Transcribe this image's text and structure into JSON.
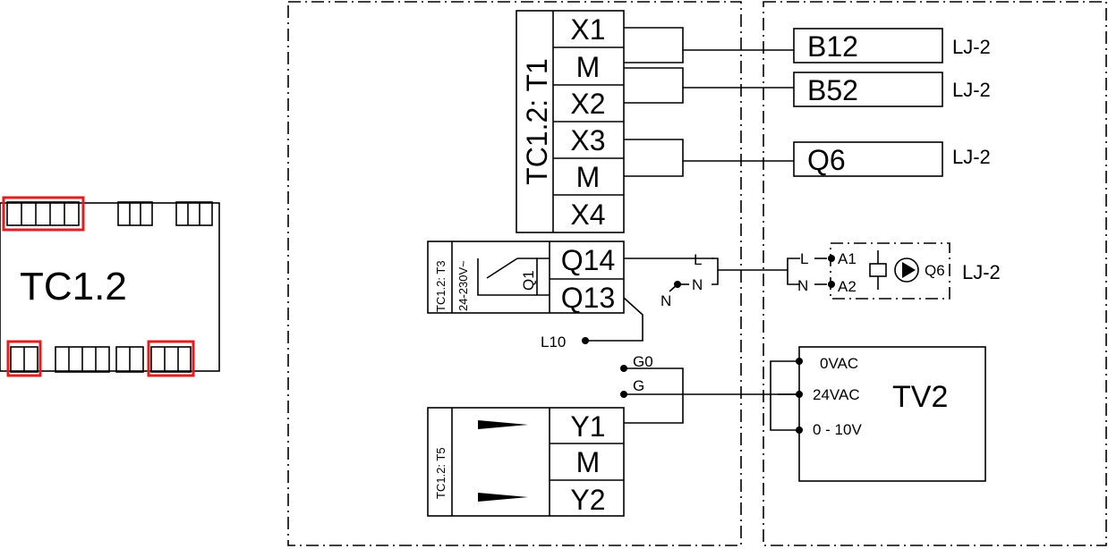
{
  "controller": {
    "label": "TC1.2",
    "highlight_color": "#e31d1d"
  },
  "module_t1": {
    "title": "TC1.2:  T1",
    "terminals": [
      "X1",
      "M",
      "X2",
      "X3",
      "M",
      "X4"
    ]
  },
  "module_t3": {
    "title_a": "TC1.2:  T3",
    "title_b": "24-230V~",
    "relay": "Q1",
    "terminals": [
      "Q14",
      "Q13"
    ]
  },
  "module_t5": {
    "title": "TC1.2:  T5",
    "terminals": [
      "Y1",
      "M",
      "Y2"
    ]
  },
  "devices": {
    "b12": "B12",
    "b52": "B52",
    "q6_sensor": "Q6",
    "lj_b12": "LJ-2",
    "lj_b52": "LJ-2",
    "lj_q6": "LJ-2",
    "lj_pump": "LJ-2"
  },
  "pump": {
    "l": "L",
    "n": "N",
    "l2": "L",
    "n2": "N",
    "a1": "A1",
    "a2": "A2",
    "name": "Q6"
  },
  "supply": {
    "n_label": "N",
    "l10": "L10",
    "g0": "G0",
    "g": "G"
  },
  "tv2": {
    "name": "TV2",
    "pin1": "0VAC",
    "pin2": "24VAC",
    "pin3": "0 - 10V"
  }
}
